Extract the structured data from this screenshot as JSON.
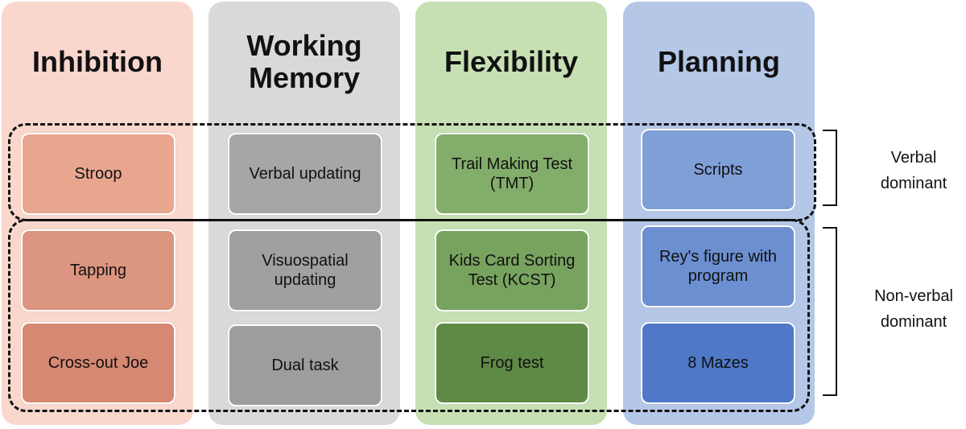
{
  "colors": {
    "inhibition": {
      "column": "#f9d7cd",
      "task1": "#e9a68f",
      "task2": "#dc9580",
      "task3": "#d58872"
    },
    "working_memory": {
      "column": "#d9d9d9",
      "task1": "#a6a6a6",
      "task2": "#a0a0a0",
      "task3": "#9d9d9d"
    },
    "flexibility": {
      "column": "#c6e0b4",
      "task1": "#83ad6b",
      "task2": "#78a35f",
      "task3": "#5f8a45"
    },
    "planning": {
      "column": "#b4c7e7",
      "task1": "#7f9fd7",
      "task2": "#6c8fd1",
      "task3": "#4f79c8"
    }
  },
  "columns": {
    "inhibition": {
      "title": "Inhibition",
      "tasks": [
        "Stroop",
        "Tapping",
        "Cross-out Joe"
      ]
    },
    "working_memory": {
      "title": "Working\nMemory",
      "tasks": [
        "Verbal updating",
        "Visuospatial\nupdating",
        "Dual task"
      ]
    },
    "flexibility": {
      "title": "Flexibility",
      "tasks": [
        "Trail Making Test\n(TMT)",
        "Kids Card Sorting\nTest (KCST)",
        "Frog test"
      ]
    },
    "planning": {
      "title": "Planning",
      "tasks": [
        "Scripts",
        "Rey's figure with\nprogram",
        "8  Mazes"
      ]
    }
  },
  "groups": {
    "verbal": {
      "label": "Verbal\ndominant"
    },
    "nonverbal": {
      "label": "Non-verbal\ndominant"
    }
  }
}
